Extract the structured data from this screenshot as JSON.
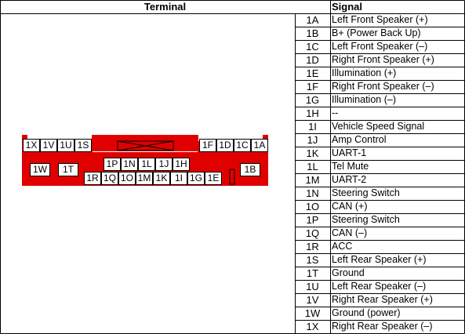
{
  "header": {
    "terminal": "Terminal",
    "signal": "Signal"
  },
  "rows": [
    {
      "code": "1A",
      "signal": "Left Front Speaker (+)"
    },
    {
      "code": "1B",
      "signal": "B+ (Power Back Up)"
    },
    {
      "code": "1C",
      "signal": "Left Front Speaker (–)"
    },
    {
      "code": "1D",
      "signal": "Right Front Speaker (+)"
    },
    {
      "code": "1E",
      "signal": "Illumination (+)"
    },
    {
      "code": "1F",
      "signal": "Right Front Speaker (–)"
    },
    {
      "code": "1G",
      "signal": "Illumination (–)"
    },
    {
      "code": "1H",
      "signal": "--"
    },
    {
      "code": "1I",
      "signal": "Vehicle Speed Signal"
    },
    {
      "code": "1J",
      "signal": "Amp Control"
    },
    {
      "code": "1K",
      "signal": "UART-1"
    },
    {
      "code": "1L",
      "signal": "Tel Mute"
    },
    {
      "code": "1M",
      "signal": "UART-2"
    },
    {
      "code": "1N",
      "signal": "Steering Switch"
    },
    {
      "code": "1O",
      "signal": "CAN (+)"
    },
    {
      "code": "1P",
      "signal": "Steering Switch"
    },
    {
      "code": "1Q",
      "signal": "CAN (–)"
    },
    {
      "code": "1R",
      "signal": "ACC"
    },
    {
      "code": "1S",
      "signal": "Left Rear Speaker (+)"
    },
    {
      "code": "1T",
      "signal": "Ground"
    },
    {
      "code": "1U",
      "signal": "Left Rear Speaker (–)"
    },
    {
      "code": "1V",
      "signal": "Right Rear Speaker (+)"
    },
    {
      "code": "1W",
      "signal": "Ground (power)"
    },
    {
      "code": "1X",
      "signal": "Right Rear Speaker (–)"
    }
  ],
  "connector": {
    "body_color": "#e00000",
    "pins": {
      "top_left": [
        "1X",
        "1V",
        "1U",
        "1S"
      ],
      "top_right": [
        "1F",
        "1D",
        "1C",
        "1A"
      ],
      "mid": [
        "1P",
        "1N",
        "1L",
        "1J",
        "1H"
      ],
      "bottom": [
        "1R",
        "1Q",
        "1O",
        "1M",
        "1K",
        "1I",
        "1G",
        "1E"
      ],
      "left_large": "1W",
      "left_small": "1T",
      "right_large": "1B"
    }
  }
}
